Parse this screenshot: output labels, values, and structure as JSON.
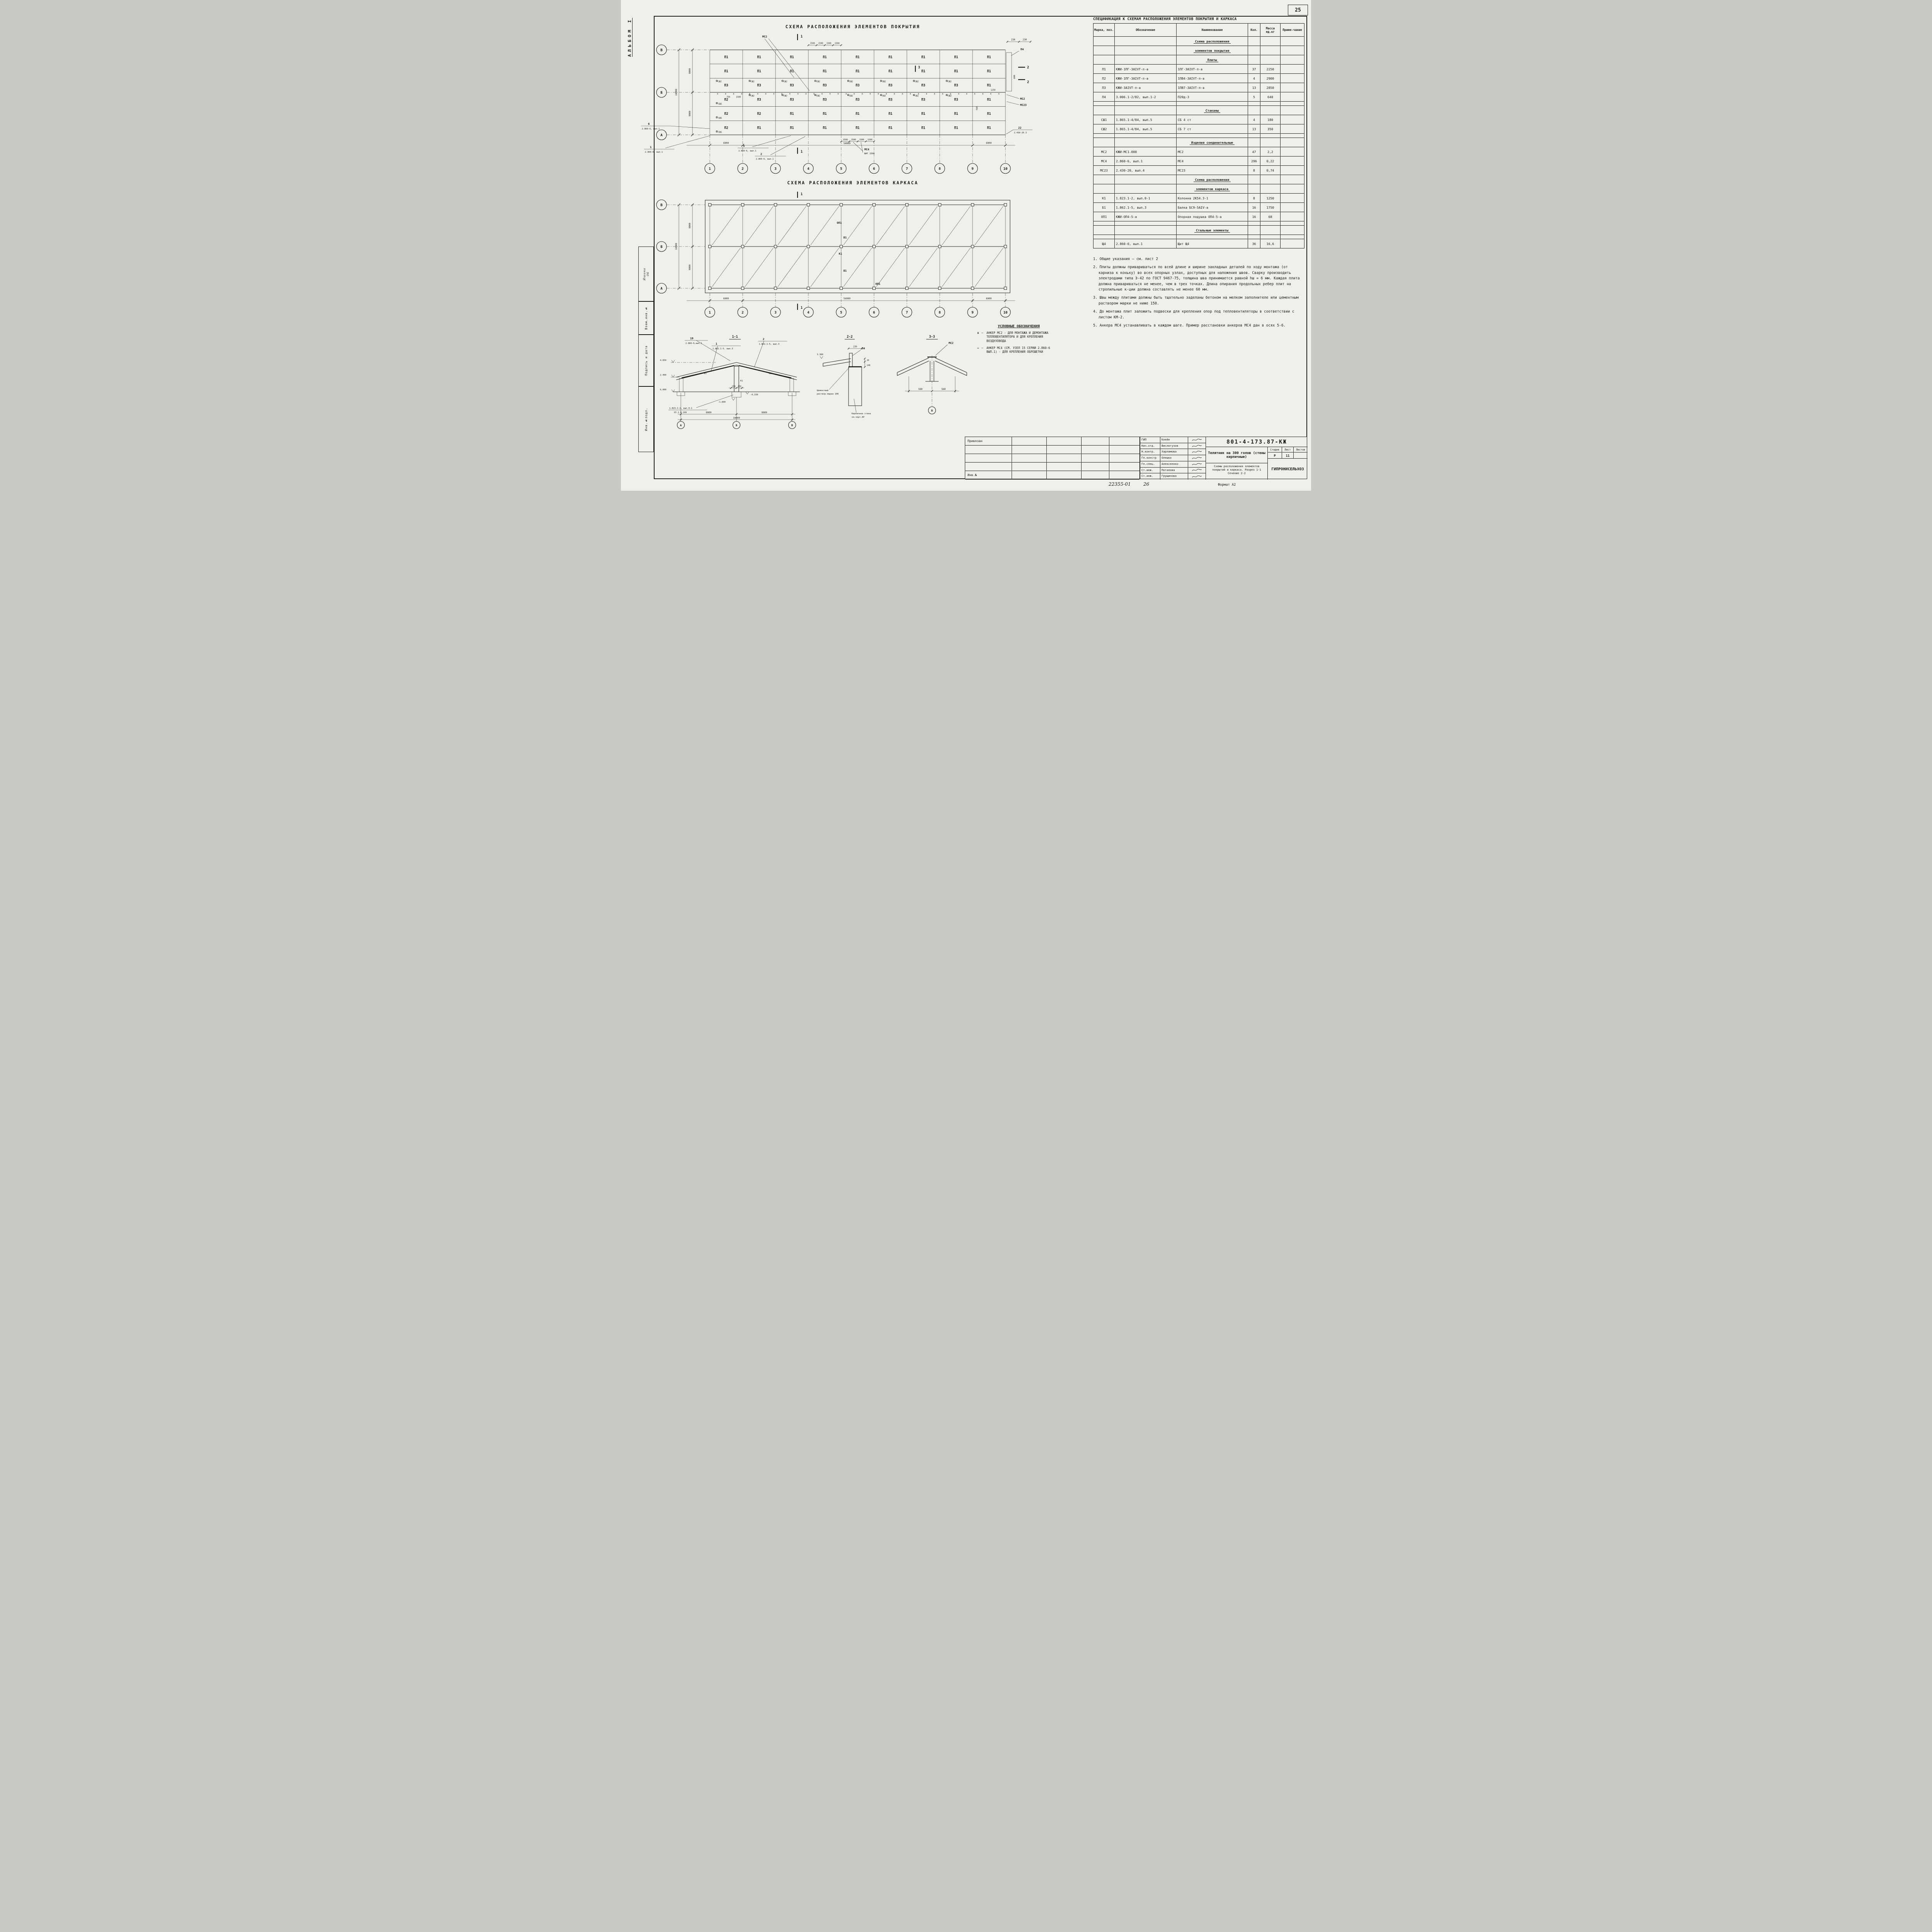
{
  "page": {
    "number": "25",
    "album": "АЛЬБОМ I",
    "format": "Формат А2",
    "inv_footer": "22355-01",
    "inv_footer_page": "26"
  },
  "side_stamp": {
    "labels": [
      "Взам.инв.№",
      "Подпись и дата",
      "Инв.№подл."
    ],
    "entries": [
      "Яшина",
      "06"
    ]
  },
  "covering": {
    "title": "СХЕМА РАСПОЛОЖЕНИЯ ЭЛЕМЕНТОВ ПОКРЫТИЯ",
    "col_axes": [
      "1",
      "2",
      "3",
      "4",
      "5",
      "6",
      "7",
      "8",
      "9",
      "10"
    ],
    "row_axes": [
      "В",
      "Б",
      "А"
    ],
    "plate_rows": [
      [
        "П1",
        "П1",
        "П1",
        "П1",
        "П1",
        "П1",
        "П1",
        "П1",
        "П1"
      ],
      [
        "П1",
        "П1",
        "П1",
        "П1",
        "П1",
        "П1",
        "П1",
        "П1",
        "П1"
      ],
      [
        "П3",
        "П3",
        "П3",
        "П3",
        "П3",
        "П3",
        "П3",
        "П3",
        "П1"
      ],
      [
        "П2",
        "П3",
        "П3",
        "П3",
        "П3",
        "П3",
        "П3",
        "П3",
        "П1"
      ],
      [
        "П2",
        "П2",
        "П1",
        "П1",
        "П1",
        "П1",
        "П1",
        "П1",
        "П1"
      ],
      [
        "П2",
        "П1",
        "П1",
        "П1",
        "П1",
        "П1",
        "П1",
        "П1",
        "П1"
      ]
    ],
    "sh1": "СШ1",
    "sh2": "СШ2",
    "dims": {
      "d9000": "9000",
      "d18000": "18000",
      "d6000": "6000",
      "d54000": "54000",
      "d1500": "1500",
      "d230": "230",
      "d750": "750",
      "d1250": "1250",
      "d600": "600",
      "d560": "560"
    },
    "callouts": {
      "mc2": "МС2",
      "mc23": "МС23",
      "mc4": "МС4",
      "mc4_step": "ШАГ 1500",
      "p4": "П4",
      "n22": "22",
      "n22_doc": "2.430-20.3",
      "n6": "6",
      "n1": "1",
      "n5": "5",
      "n2": "2",
      "doc_2860": "2.860-6, вып.1",
      "sec1": "1",
      "sec2": "2",
      "sec3": "3"
    }
  },
  "frame": {
    "title": "СХЕМА РАСПОЛОЖЕНИЯ ЭЛЕМЕНТОВ КАРКАСА",
    "col_axes": [
      "1",
      "2",
      "3",
      "4",
      "5",
      "6",
      "7",
      "8",
      "9",
      "10"
    ],
    "row_axes": [
      "В",
      "Б",
      "А"
    ],
    "op1": "ОП1",
    "b1": "Б1",
    "k1": "К1",
    "sec1": "1",
    "dims": {
      "d9000": "9000",
      "d18000": "18000",
      "d6000": "6000",
      "d54000": "54000"
    }
  },
  "sections": {
    "s11": {
      "title": "1-1",
      "elev_ridge": "4.650",
      "elev_eaves": "2.400",
      "elev_floor": "0,000",
      "elev_m015": "-0,150",
      "elev_m18": "-1.800",
      "c19": "19",
      "c19_doc": "2.860-6,вып.1",
      "c1": "1",
      "c1_doc": "1.862.1-5, вып.3",
      "c2": "2",
      "c2_doc": "1.862.1-5, вып.3",
      "b1": "Б1",
      "k1": "К1",
      "col_doc": "1.823.1-2, вып.0-1",
      "col_doc2": "УЗ 2.0-109",
      "d150": "150",
      "d9000": "9000",
      "d18000": "18000",
      "axes": [
        "А",
        "Б",
        "В"
      ]
    },
    "s22": {
      "title": "2-2",
      "p4": "П4",
      "elev": "3.300",
      "d230": "230",
      "d20": "20",
      "d140": "140",
      "mortar_l1": "Цементный",
      "mortar_l2": "раствор марки 100",
      "wall_l1": "Кирпичная стена",
      "wall_l2": "см.черт.АР"
    },
    "s33": {
      "title": "3-3",
      "mc2": "МС2",
      "d560": "560",
      "axis": "Б"
    }
  },
  "legend": {
    "title": "УСЛОВНЫЕ ОБОЗНАЧЕНИЯ",
    "items": [
      {
        "sym": "х",
        "text": "АНКЕР МС2 - ДЛЯ МОНТАЖА И ДЕМОНТАЖА ТЕПЛОВЕНТИЛЯТОРА И ДЛЯ КРЕПЛЕНИЯ ВОЗДУХОВОДА"
      },
      {
        "sym": "–",
        "text": "АНКЕР МС4 (СМ. УЗЕЛ 15 СЕРИИ 2.860-6 ВЫП.1) - ДЛЯ КРЕПЛЕНИЯ ОБРЕШЕТКИ"
      }
    ]
  },
  "spec": {
    "title": "СПЕЦИФИКАЦИЯ К СХЕМАМ РАСПОЛОЖЕНИЯ ЭЛЕМЕНТОВ ПОКРЫТИЯ И КАРКАСА",
    "headers": [
      "Марка, поз.",
      "Обозначение",
      "Наименование",
      "Кол.",
      "Масса ед.кг",
      "Приме-чание"
    ],
    "rows": [
      {
        "type": "section",
        "text": "Схема расположения"
      },
      {
        "type": "section",
        "text": "элементов покрытия"
      },
      {
        "type": "section",
        "text": "Плиты"
      },
      {
        "type": "item",
        "cells": [
          "П1",
          "КЖИ-1ПГ-3АIVТ-п-а",
          "1ПГ-3АIVТ-п-а",
          "37",
          "2250",
          ""
        ]
      },
      {
        "type": "item",
        "cells": [
          "П2",
          "КЖИ-1ПГ-3АIVТ-п-а",
          "1ПВ4-3АIVТ-п-а",
          "4",
          "2900",
          ""
        ]
      },
      {
        "type": "item",
        "cells": [
          "П3",
          "КЖИ-3АIVТ-п-а",
          "1ПВ7-3АIVТ-п-а",
          "13",
          "2850",
          ""
        ]
      },
      {
        "type": "item",
        "cells": [
          "П4",
          "3.006.1-2/82, вып.1-2",
          "П20д-3",
          "5",
          "640",
          ""
        ]
      },
      {
        "type": "blank"
      },
      {
        "type": "section",
        "text": "Стаканы"
      },
      {
        "type": "item",
        "cells": [
          "СШ1",
          "1.865.1-4/84, вып.5",
          "СБ 4 ст",
          "4",
          "180",
          ""
        ]
      },
      {
        "type": "item",
        "cells": [
          "СШ2",
          "1.865.1-4/84, вып.5",
          "СБ 7 ст",
          "13",
          "350",
          ""
        ]
      },
      {
        "type": "blank"
      },
      {
        "type": "section",
        "text": "Изделия соединительные"
      },
      {
        "type": "item",
        "cells": [
          "МС2",
          "КЖИ-МС1.000",
          "МС2",
          "47",
          "2,2",
          ""
        ]
      },
      {
        "type": "item",
        "cells": [
          "МС4",
          "2.860-6, вып.1",
          "МС4",
          "296",
          "0,22",
          ""
        ]
      },
      {
        "type": "item",
        "cells": [
          "МС23",
          "2.430-20, вып.4",
          "МС23",
          "8",
          "0,74",
          ""
        ]
      },
      {
        "type": "section",
        "text": "Схема расположения"
      },
      {
        "type": "section",
        "text": "элементов каркаса"
      },
      {
        "type": "item",
        "cells": [
          "К1",
          "1.823.1-2, вып.0-1",
          "Колонна 2К54.3-1",
          "8",
          "1250",
          ""
        ]
      },
      {
        "type": "item",
        "cells": [
          "Б1",
          "1.862.1-5, вып.3",
          "Балка БС9-5АIV-а",
          "16",
          "1750",
          ""
        ]
      },
      {
        "type": "item",
        "cells": [
          "ОП1",
          "КЖИ-ОП4-5-а",
          "Опорная подушка ОП4-5-а",
          "16",
          "68",
          ""
        ]
      },
      {
        "type": "blank"
      },
      {
        "type": "section",
        "text": "Стальные элементы"
      },
      {
        "type": "blank"
      },
      {
        "type": "item",
        "cells": [
          "Щ4",
          "2.860-6, вып.1",
          "Щит Щ4",
          "36",
          "16,6",
          ""
        ]
      }
    ]
  },
  "notes": [
    "1. Общие указания — см. лист 2",
    "2. Плиты должны привариваться по всей длине и ширине закладных деталей по ходу монтажа (от карниза к коньку) во всех опорных узлах, доступных для наложения швов. Сварку производить электродами типа Э-42 по ГОСТ 9467-75, толщина шва принимается равной hш = 6 мм. Каждая плита должна привариваться не менее, чем в трех точках. Длина опирания продольных ребер плит на стропильные к-ции должна составлять не менее 60 мм.",
    "3. Швы между плитами должны быть тщательно заделаны бетоном на мелком заполнителе или цементным раствором марки не ниже 150.",
    "4. До монтажа плит заложить подвески для крепления опор под тепловентиляторы в соответствии с листом КМ-2.",
    "5. Анкера МС4 устанавливать в каждом шаге. Пример расстановки анкеров МС4 дан в осях 5-6."
  ],
  "title_block": {
    "doc_number": "801-4-173.87-КЖ",
    "roles": [
      {
        "role": "ГИП",
        "name": "Клейн"
      },
      {
        "role": "Нач.отд.",
        "name": "Вислогузов"
      },
      {
        "role": "Н.контр.",
        "name": "Харламова"
      },
      {
        "role": "Гл.констр",
        "name": "Олешко"
      },
      {
        "role": "Гл.спец.",
        "name": "Алексеенко"
      },
      {
        "role": "Ст.инж.",
        "name": "Потапова"
      },
      {
        "role": "Ст.инж.",
        "name": "Грущинова"
      }
    ],
    "project": "Телятник на 300 голов (стены кирпичные)",
    "sheet_title": "Схемы расположения элементов покрытий и каркаса. Разрез 1-1 Сечение 2-2",
    "stage_label": "Стадия",
    "sheet_label": "Лист",
    "sheets_label": "Листов",
    "stage": "Р",
    "sheet": "11",
    "sheets": "",
    "org": "ГИПРОНИСЕЛЬХОЗ",
    "left_box_top": "Привязан",
    "left_box_bottom": "Инв.№"
  }
}
